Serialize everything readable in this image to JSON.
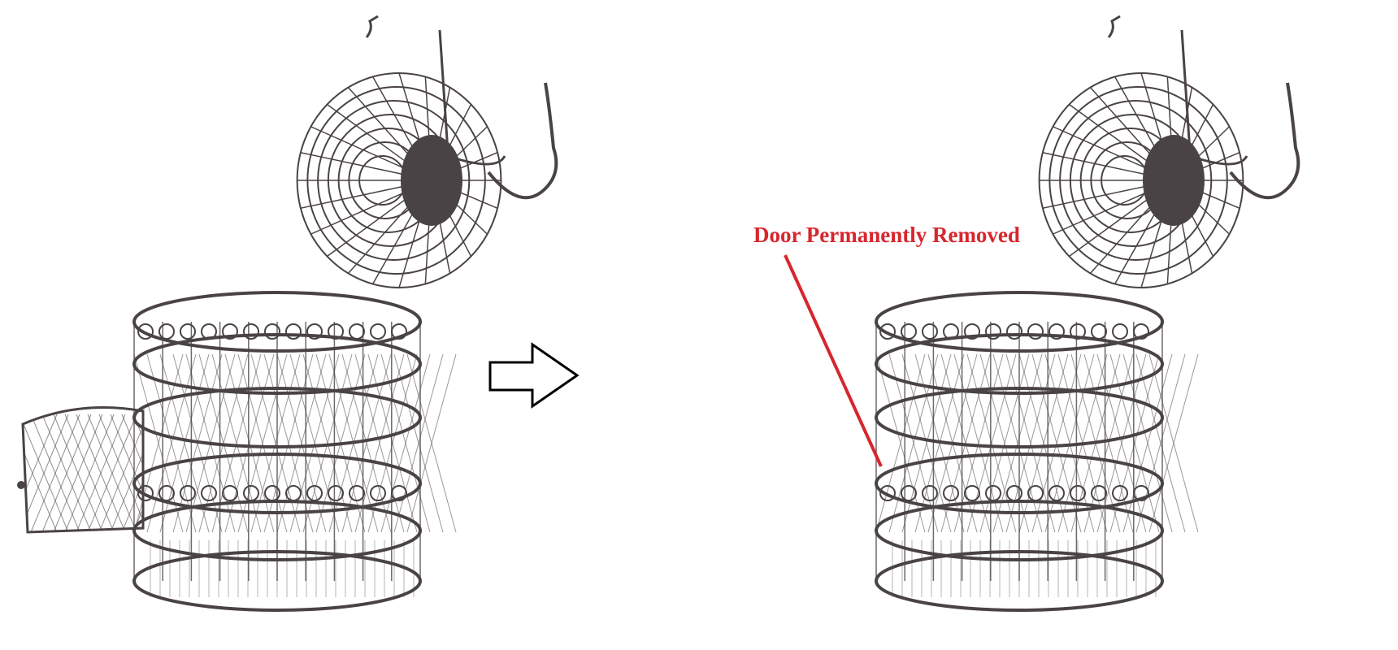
{
  "annotation": {
    "label": "Door Permanently Removed",
    "color": "#d7262e"
  },
  "colors": {
    "wire": "#4a4345",
    "arrow": "#000000",
    "background": "#ffffff"
  },
  "panels": [
    {
      "name": "before",
      "has_door": true
    },
    {
      "name": "after",
      "has_door": false
    }
  ]
}
